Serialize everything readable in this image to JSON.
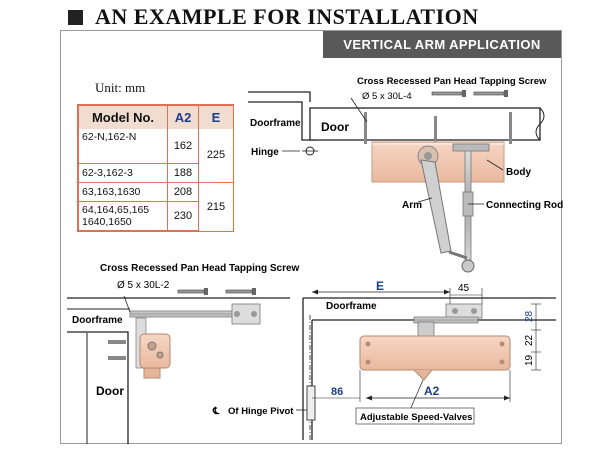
{
  "title": "AN EXAMPLE FOR INSTALLATION",
  "application": "VERTICAL ARM APPLICATION",
  "unit": "Unit: mm",
  "table": {
    "headers": [
      "Model  No.",
      "A2",
      "E"
    ],
    "rows": [
      {
        "model": "62-N,162-N",
        "a2": "162"
      },
      {
        "model": "62-3,162-3",
        "a2": "188"
      },
      {
        "model": "63,163,1630",
        "a2": "208"
      },
      {
        "model": "64,164,65,165 1640,1650",
        "a2": "230"
      }
    ],
    "e_groups": [
      "225",
      "215"
    ]
  },
  "top_view": {
    "screw_label": "Cross Recessed Pan Head Tapping Screw",
    "screw_size": "Ø 5 x 30L-4",
    "doorframe": "Doorframe",
    "door": "Door",
    "hinge": "Hinge",
    "body": "Body",
    "arm": "Arm",
    "connecting_rod": "Connecting Rod"
  },
  "side_view": {
    "screw_label": "Cross Recessed Pan Head Tapping Screw",
    "screw_size": "Ø 5 x 30L-2",
    "doorframe": "Doorframe",
    "door": "Door",
    "hinge_pivot": "Of  Hinge Pivot"
  },
  "front_view": {
    "doorframe": "Doorframe",
    "dim_e": "E",
    "dim_45": "45",
    "dim_28": "28",
    "dim_22": "22",
    "dim_19": "19",
    "dim_86": "86",
    "dim_a2": "A2",
    "valves": "Adjustable Speed-Valves"
  }
}
